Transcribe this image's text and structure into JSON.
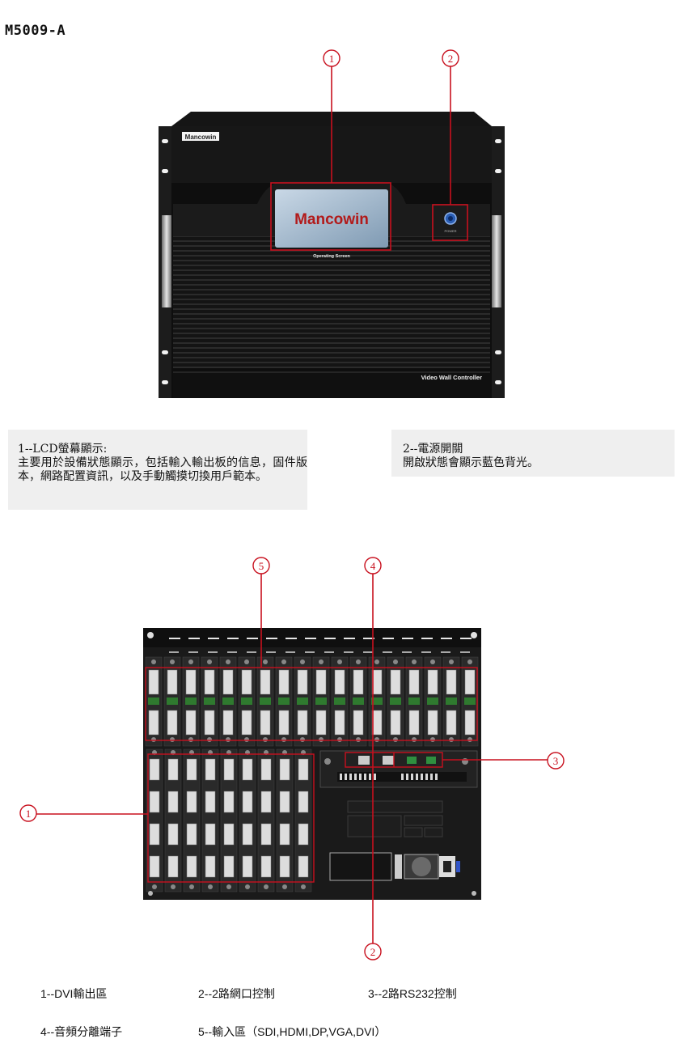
{
  "model": "M5009-A",
  "front": {
    "brand": "Mancowin",
    "screen_brand": "Mancowin",
    "screen_label": "Operating Screen",
    "power_label": "POWER",
    "device_name": "Video  Wall  Controller",
    "callouts": [
      "1",
      "2"
    ],
    "callout_color": "#c8101e"
  },
  "notes": [
    {
      "heading": "1--LCD螢幕顯示:",
      "body": "主要用於設備狀態顯示，包括輸入輸出板的信息，固件版本，網路配置資訊，以及手動觸摸切換用戶範本。"
    },
    {
      "heading": "2--電源開關",
      "body": "開啟狀態會顯示藍色背光。"
    }
  ],
  "rear": {
    "callouts": [
      "1",
      "2",
      "3",
      "4",
      "5"
    ]
  },
  "legend": [
    "1--DVI輸出區",
    "2--2路網口控制",
    "3--2路RS232控制",
    "4--音頻分離端子",
    "5--輸入區（SDI,HDMI,DP,VGA,DVI）"
  ]
}
